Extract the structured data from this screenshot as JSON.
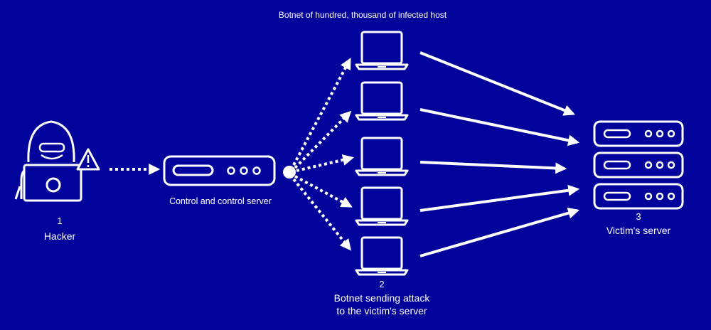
{
  "title": "Botnet of hundred, thousand of infected host",
  "hacker": {
    "number": "1",
    "label": "Hacker"
  },
  "cc_server": {
    "label": "Control and control server"
  },
  "botnet": {
    "number": "2",
    "label_line1": "Botnet sending attack",
    "label_line2": "to the victim's server"
  },
  "victim": {
    "number": "3",
    "label": "Victim's server"
  },
  "colors": {
    "background": "#02039b",
    "foreground": "#ffffff"
  }
}
